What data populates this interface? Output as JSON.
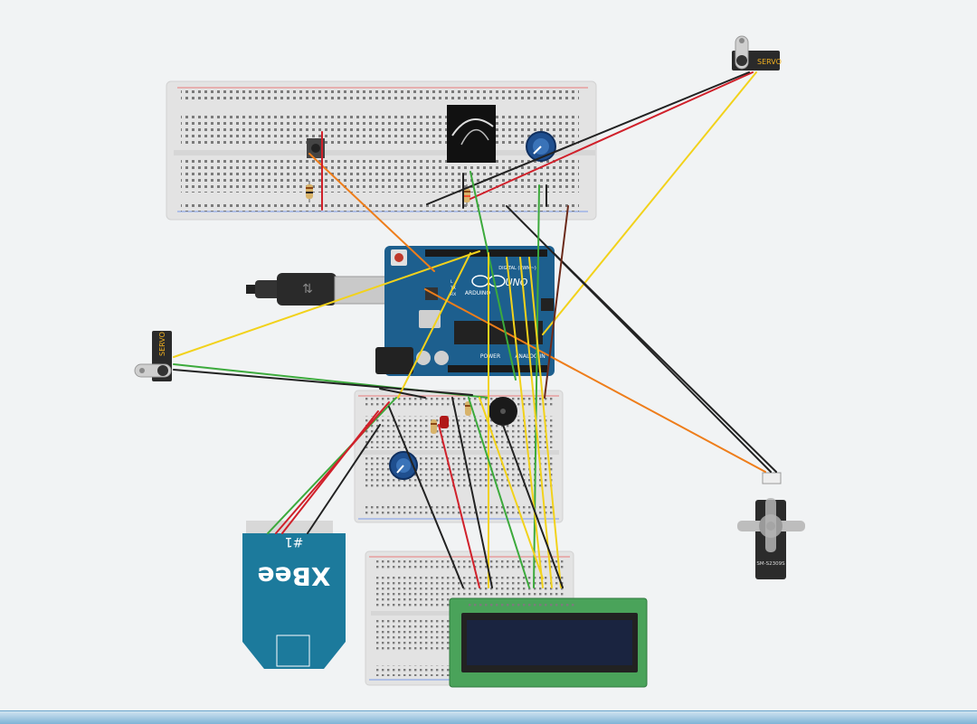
{
  "arduino": {
    "brand": "ARDUINO",
    "model": "UNO",
    "digital_header": "DIGITAL (PWM~)",
    "power_label": "POWER",
    "analog_label": "ANALOG IN",
    "tx_label": "TX",
    "rx_label": "RX",
    "l_label": "L"
  },
  "servo_top": {
    "label": "SERVO"
  },
  "servo_left": {
    "label": "SERVO"
  },
  "servo_big": {
    "model": "SM-S2309S"
  },
  "xbee": {
    "logo": "XBee",
    "id": "#1"
  },
  "colors": {
    "background": "#f1f3f4",
    "breadboard": "#e3e3e3",
    "arduino": "#1d5f8e",
    "wire_red": "#d0202a",
    "wire_black": "#222222",
    "wire_green": "#3caa3c",
    "wire_yellow": "#f2d21b",
    "wire_orange": "#ee7d1a",
    "lcd_pcb": "#4aa35a",
    "lcd_screen": "#1a2440",
    "xbee": "#1c7a9c"
  }
}
